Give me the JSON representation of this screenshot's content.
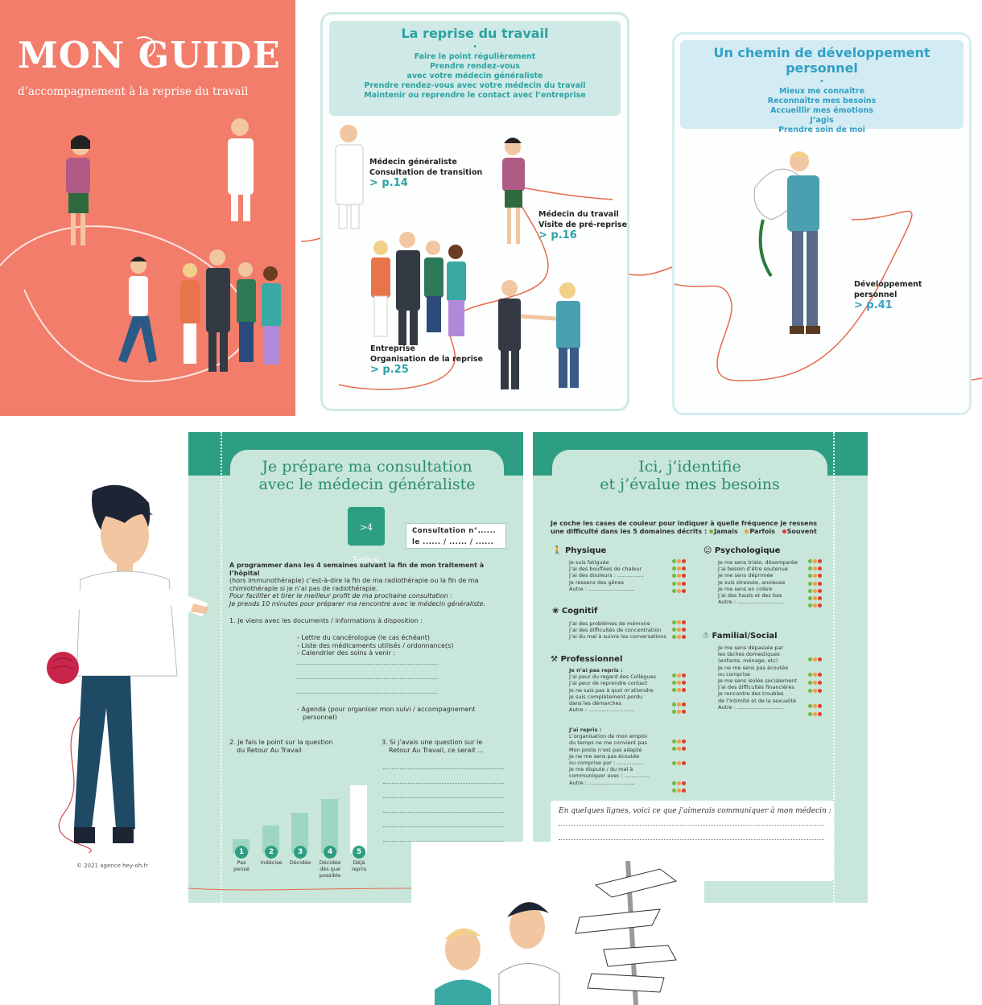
{
  "cover": {
    "title": "MON GUIDE",
    "subtitle": "d’accompagnement à la reprise du travail",
    "bg_color": "#f27d6b"
  },
  "reprise": {
    "title": "La reprise du travail",
    "bullet": "•",
    "lines": [
      "Faire le point régulièrement",
      "Prendre rendez-vous",
      "avec votre médecin généraliste",
      "Prendre rendez-vous avec votre médecin du travail",
      "Maintenir ou reprendre le contact avec l’entreprise"
    ],
    "steps": [
      {
        "line1": "Médecin généraliste",
        "line2": "Consultation de transition",
        "page": "> p.14"
      },
      {
        "line1": "Médecin du travail",
        "line2": "Visite de pré-reprise",
        "page": "> p.16"
      },
      {
        "line1": "Entreprise",
        "line2": "Organisation de la reprise",
        "page": "> p.25"
      }
    ]
  },
  "dev": {
    "title": "Un chemin de développement personnel",
    "bullet": "•",
    "lines": [
      "Mieux me connaître",
      "Reconnaître mes besoins",
      "Accueillir mes émotions",
      "J’agis",
      "Prendre soin de moi"
    ],
    "step": {
      "line1": "Développement",
      "line2": "personnel",
      "page": "> p.41"
    }
  },
  "p1": {
    "title_l1": "Je prépare ma consultation",
    "title_l2": "avec le médecin généraliste",
    "calendar": ">4 Sem<",
    "consult_l1": "Consultation n°......",
    "consult_l2": "le ...... / ...... / ......",
    "intro_bold": "A programmer dans les 4 semaines suivant la fin de mon traitement à l’hôpital",
    "intro_l2": "(hors immunothérapie) c’est-à-dire la fin de ma radiothérapie ou la fin de ma",
    "intro_l3": "chimiothérapie si je n’ai pas de radiothérapie.",
    "intro_i1": "Pour faciliter et tirer le meilleur profit de ma prochaine consultation :",
    "intro_i2": "Je prends 10 minutes pour préparer ma rencontre avec le médecin généraliste.",
    "q1": "1. Je viens avec les documents / informations à disposition :",
    "docs": [
      "- Lettre du cancérologue (le cas échéant)",
      "- Liste des médicaments utilisés / ordonnance(s)",
      "- Calendrier des soins à venir :"
    ],
    "agenda_l1": "- Agenda (pour organiser mon suivi / accompagnement",
    "agenda_l2": "personnel)",
    "q2_l1": "2. Je fais le point sur la question",
    "q2_l2": "du Retour Au Travail",
    "q3_l1": "3. Si j’avais une question sur le",
    "q3_l2": "Retour Au Travail, ce serait ...",
    "scale": [
      {
        "n": "1",
        "label": "Pas pensé",
        "level": 1
      },
      {
        "n": "2",
        "label": "Indécise",
        "level": 2
      },
      {
        "n": "3",
        "label": "Décidée",
        "level": 3
      },
      {
        "n": "4",
        "label": "Décidée dès que possible",
        "level": 4
      },
      {
        "n": "5",
        "label": "Déjà repris",
        "level": 5
      }
    ]
  },
  "p2": {
    "title_l1": "Ici, j’identifie",
    "title_l2": "et j’évalue mes besoins",
    "instr_l1": "Je coche les cases de couleur pour indiquer à quelle fréquence je ressens",
    "instr_l2": "une difficulté dans les 5 domaines décrits :",
    "legend": [
      "Jamais",
      "Parfois",
      "Souvent"
    ],
    "physique": {
      "title": "Physique",
      "items": [
        "Je suis fatiguée",
        "J’ai des bouffées de chaleur",
        "J’ai des douleurs : ................",
        "Je ressens des gênes",
        "Autre : ............................"
      ]
    },
    "psycho": {
      "title": "Psychologique",
      "items": [
        "Je me sens triste, désemparée",
        "J’ai besoin d’être soutenue",
        "Je me sens déprimée",
        "Je suis stressée, anxieuse",
        "Je me sens en colère",
        "J’ai des hauts et des bas",
        "Autre : ............................"
      ]
    },
    "cognitif": {
      "title": "Cognitif",
      "items": [
        "J’ai des problèmes de mémoire",
        "J’ai des difficultés de concentration",
        "J’ai du mal à suivre les conversations"
      ]
    },
    "familial": {
      "title": "Familial/Social",
      "items": [
        "Je me sens dépassée par",
        "les tâches domestiques",
        "(enfants, ménage, etc)",
        "Je ne me sens pas écoutée",
        "ou comprise",
        "Je me sens isolée socialement",
        "J’ai des difficultés financières",
        "Je rencontre des troubles",
        "de l’intimité et de la sexualité",
        "Autre : ............................"
      ]
    },
    "pro": {
      "title": "Professionnel",
      "sub1": "Je n’ai pas repris :",
      "items1": [
        "J’ai peur du regard des Collègues",
        "J’ai peur de reprendre contact",
        "Je ne sais pas à quoi m’attendre",
        "Je suis complètement perdu",
        "dans les démarches",
        "Autre : ............................"
      ],
      "sub2": "J’ai repris :",
      "items2": [
        "L’organisation de mon emploi",
        "du temps ne me convient pas",
        "Mon poste n’est pas adapté",
        "Je ne me sens pas écoutée",
        "ou comprise par : ................",
        "Je me dispute / du mal à",
        "communiquer avec : ...............",
        "Autre : ............................"
      ]
    },
    "note": "En quelques lignes, voici ce que j’aimerais communiquer à mon médecin :"
  },
  "credit": "© 2021 agence hey-oh.fr",
  "colors": {
    "teal": "#2aa3a2",
    "green_band": "#2e9e83",
    "page_bg": "#c8e6d9",
    "coral": "#f27d6b"
  }
}
